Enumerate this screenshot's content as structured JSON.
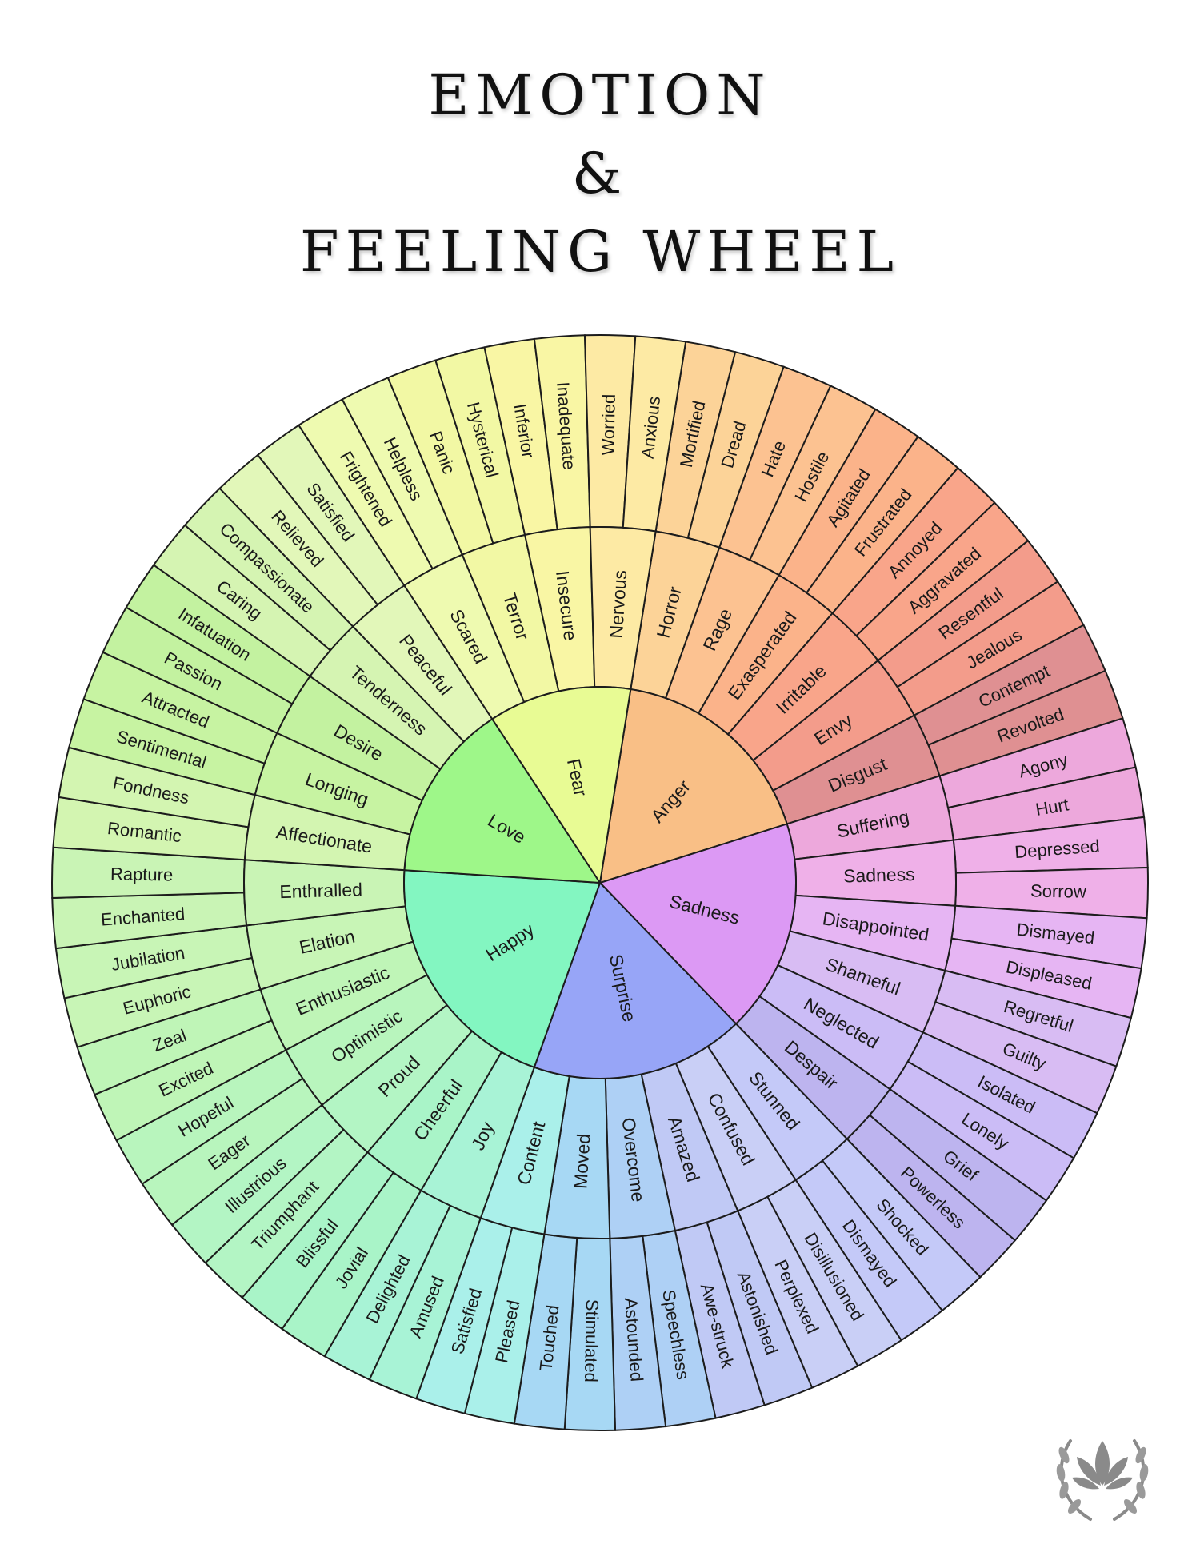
{
  "title": {
    "line1": "EMOTION",
    "line2": "&",
    "line3": "FEELING WHEEL"
  },
  "wheel": {
    "cores": [
      {
        "name": "Anger",
        "color": "#f9bf86",
        "feelings": [
          {
            "name": "Horror",
            "color": "#fcd398",
            "words": [
              "Mortified",
              "Dread"
            ]
          },
          {
            "name": "Rage",
            "color": "#fcc291",
            "words": [
              "Hate",
              "Hostile"
            ]
          },
          {
            "name": "Exasperated",
            "color": "#fbb38a",
            "words": [
              "Agitated",
              "Frustrated"
            ]
          },
          {
            "name": "Irritable",
            "color": "#f9a58a",
            "words": [
              "Annoyed",
              "Aggravated"
            ]
          },
          {
            "name": "Envy",
            "color": "#f39c8b",
            "words": [
              "Resentful",
              "Jealous"
            ]
          },
          {
            "name": "Disgust",
            "color": "#df9092",
            "words": [
              "Contempt",
              "Revolted"
            ]
          }
        ]
      },
      {
        "name": "Sadness",
        "color": "#dc99f4",
        "feelings": [
          {
            "name": "Suffering",
            "color": "#eda8dc",
            "words": [
              "Agony",
              "Hurt"
            ]
          },
          {
            "name": "Sadness",
            "color": "#efb0e8",
            "words": [
              "Depressed",
              "Sorrow"
            ]
          },
          {
            "name": "Disappointed",
            "color": "#e6b5f3",
            "words": [
              "Dismayed",
              "Displeased"
            ]
          },
          {
            "name": "Shameful",
            "color": "#d8bcf3",
            "words": [
              "Regretful",
              "Guilty"
            ]
          },
          {
            "name": "Neglected",
            "color": "#cbbcf6",
            "words": [
              "Isolated",
              "Lonely"
            ]
          },
          {
            "name": "Despair",
            "color": "#bdb4ef",
            "words": [
              "Grief",
              "Powerless"
            ]
          }
        ]
      },
      {
        "name": "Surprise",
        "color": "#97a5f7",
        "feelings": [
          {
            "name": "Stunned",
            "color": "#c4c9f8",
            "words": [
              "Shocked",
              "Dismayed"
            ]
          },
          {
            "name": "Confused",
            "color": "#c9cff6",
            "words": [
              "Disillusioned",
              "Perplexed"
            ]
          },
          {
            "name": "Amazed",
            "color": "#c0c9f5",
            "words": [
              "Astonished",
              "Awe-struck"
            ]
          },
          {
            "name": "Overcome",
            "color": "#aed0f5",
            "words": [
              "Speechless",
              "Astounded"
            ]
          },
          {
            "name": "Moved",
            "color": "#a7d8f4",
            "words": [
              "Stimulated",
              "Touched"
            ]
          },
          {
            "name": "Content",
            "color": "#aaf0ea",
            "words": [
              "Pleased",
              "Satisfied"
            ]
          }
        ]
      },
      {
        "name": "Happy",
        "color": "#83f6c1",
        "feelings": [
          {
            "name": "Joy",
            "color": "#a8f3d6",
            "words": [
              "Amused",
              "Delighted"
            ]
          },
          {
            "name": "Cheerful",
            "color": "#a9f4c8",
            "words": [
              "Jovial",
              "Blissful"
            ]
          },
          {
            "name": "Proud",
            "color": "#b3f5c4",
            "words": [
              "Triumphant",
              "Illustrious"
            ]
          },
          {
            "name": "Optimistic",
            "color": "#b8f5bd",
            "words": [
              "Eager",
              "Hopeful"
            ]
          },
          {
            "name": "Enthusiastic",
            "color": "#bff5b7",
            "words": [
              "Excited",
              "Zeal"
            ]
          },
          {
            "name": "Elation",
            "color": "#c8f5b6",
            "words": [
              "Euphoric",
              "Jubilation"
            ]
          },
          {
            "name": "Enthralled",
            "color": "#c9f4b5",
            "words": [
              "Enchanted",
              "Rapture"
            ]
          }
        ]
      },
      {
        "name": "Love",
        "color": "#9ef789",
        "feelings": [
          {
            "name": "Affectionate",
            "color": "#d3f5b1",
            "words": [
              "Romantic",
              "Fondness"
            ]
          },
          {
            "name": "Longing",
            "color": "#c7f3a2",
            "words": [
              "Sentimental",
              "Attracted"
            ]
          },
          {
            "name": "Desire",
            "color": "#c3f2a0",
            "words": [
              "Passion",
              "Infatuation"
            ]
          },
          {
            "name": "Tenderness",
            "color": "#d5f4b2",
            "words": [
              "Caring",
              "Compassionate"
            ]
          },
          {
            "name": "Peaceful",
            "color": "#e2f7b9",
            "words": [
              "Relieved",
              "Satisfied"
            ]
          }
        ]
      },
      {
        "name": "Fear",
        "color": "#e8fb94",
        "feelings": [
          {
            "name": "Scared",
            "color": "#eefab0",
            "words": [
              "Frightened",
              "Helpless"
            ]
          },
          {
            "name": "Terror",
            "color": "#f2f8a4",
            "words": [
              "Panic",
              "Hysterical"
            ]
          },
          {
            "name": "Insecure",
            "color": "#f9f6a4",
            "words": [
              "Inferior",
              "Inadequate"
            ]
          },
          {
            "name": "Nervous",
            "color": "#fdeaa4",
            "words": [
              "Worried",
              "Anxious"
            ]
          }
        ]
      }
    ]
  },
  "logo": {
    "icon": "lotus-laurel-icon",
    "color": "#8a8a8a"
  }
}
